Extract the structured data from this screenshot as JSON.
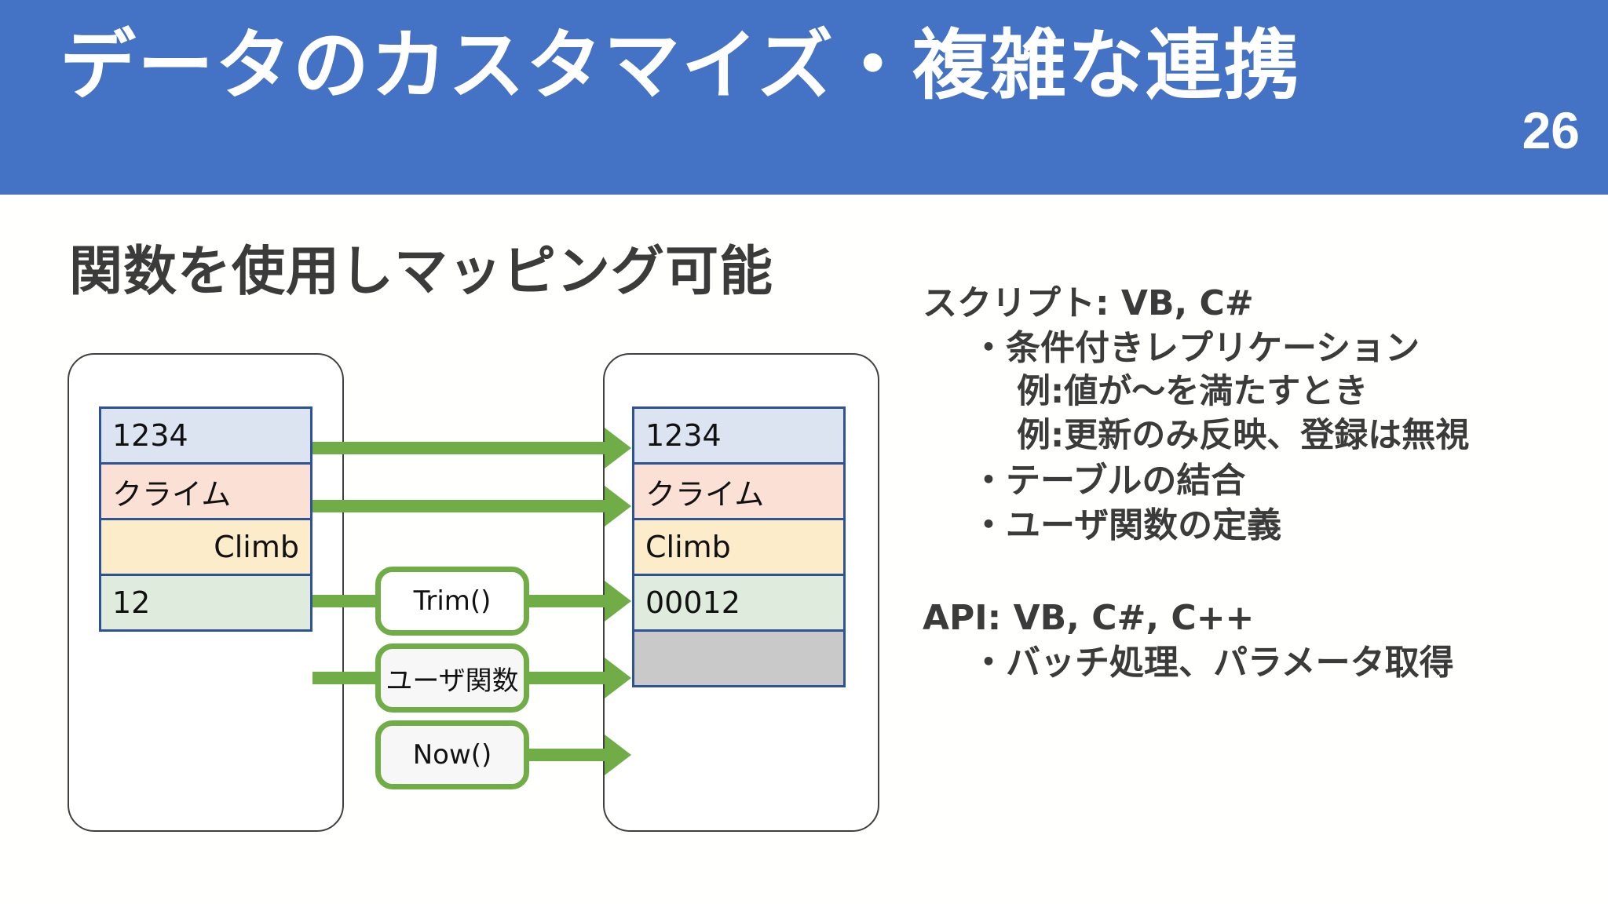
{
  "header": {
    "title": "データのカスタマイズ・複雑な連携",
    "page_number": "26",
    "background_color": "#4472C4",
    "text_color": "#FFFFFF"
  },
  "section": {
    "heading": "関数を使用しマッピング可能"
  },
  "diagram": {
    "source_table": {
      "rows": [
        {
          "value": "1234",
          "color": "#DCE4F2",
          "align": "left"
        },
        {
          "value": "クライム",
          "color": "#FBE0D5",
          "align": "left"
        },
        {
          "value": "Climb",
          "color": "#FCECC9",
          "align": "right"
        },
        {
          "value": "12",
          "color": "#DFEBDC",
          "align": "left"
        }
      ]
    },
    "target_table": {
      "rows": [
        {
          "value": "1234",
          "color": "#DCE4F2",
          "align": "left"
        },
        {
          "value": "クライム",
          "color": "#FBE0D5",
          "align": "left"
        },
        {
          "value": "Climb",
          "color": "#FCECC9",
          "align": "left"
        },
        {
          "value": "00012",
          "color": "#DFEBDC",
          "align": "left"
        },
        {
          "value": "",
          "color": "#C9C9C9",
          "align": "left"
        }
      ]
    },
    "functions": [
      {
        "label": "Trim()"
      },
      {
        "label": "ユーザ関数"
      },
      {
        "label": "Now()"
      }
    ],
    "arrow_color": "#70AD47",
    "cell_border_color": "#2E5395"
  },
  "notes": {
    "script_section": {
      "heading": "スクリプト: VB, C#",
      "bullets": [
        "・条件付きレプリケーション",
        "例:値が～を満たすとき",
        "例:更新のみ反映、登録は無視",
        "・テーブルの結合",
        "・ユーザ関数の定義"
      ]
    },
    "api_section": {
      "heading": "API: VB, C#, C++",
      "bullets": [
        "・バッチ処理、パラメータ取得"
      ]
    }
  }
}
